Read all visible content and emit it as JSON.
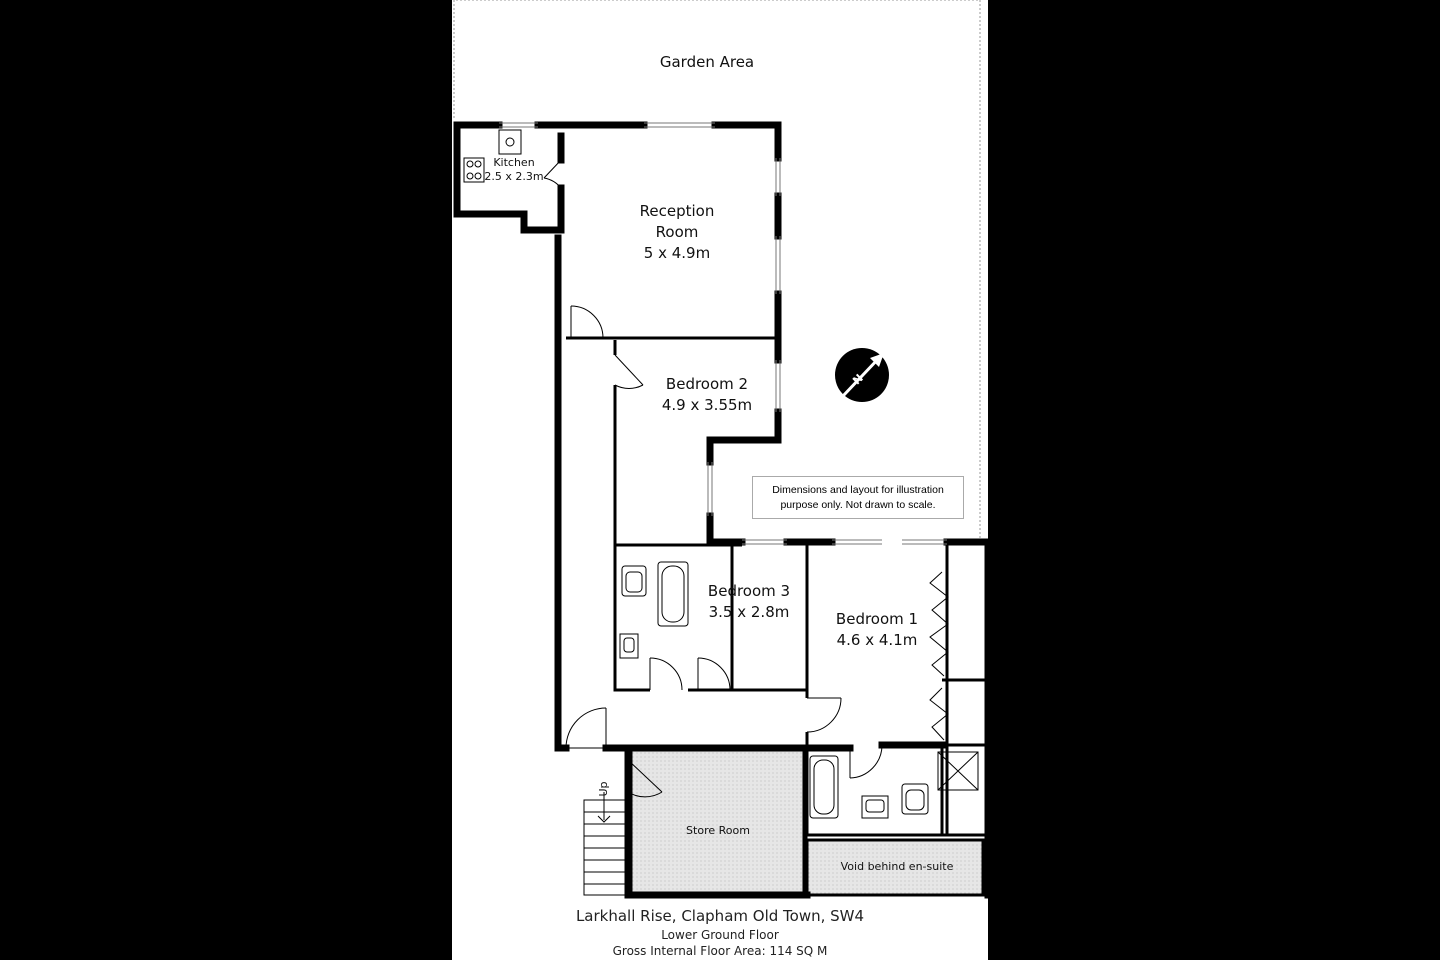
{
  "labels": {
    "garden": "Garden Area",
    "kitchen_name": "Kitchen",
    "kitchen_size": "2.5 x 2.3m",
    "reception_line1": "Reception",
    "reception_line2": "Room",
    "reception_size": "5 x 4.9m",
    "bedroom2_name": "Bedroom 2",
    "bedroom2_size": "4.9 x 3.55m",
    "bedroom3_name": "Bedroom 3",
    "bedroom3_size": "3.5 x 2.8m",
    "bedroom1_name": "Bedroom 1",
    "bedroom1_size": "4.6 x 4.1m",
    "store_room": "Store Room",
    "void": "Void behind en-suite",
    "stairs_up": "Up",
    "compass": "N"
  },
  "note": {
    "line1": "Dimensions and layout for illustration",
    "line2": "purpose only. Not drawn to scale."
  },
  "footer": {
    "address": "Larkhall Rise, Clapham Old Town, SW4",
    "floor": "Lower Ground Floor",
    "area": "Gross Internal Floor Area: 114 SQ M"
  },
  "colors": {
    "background": "#000000",
    "sheet": "#ffffff",
    "wall": "#000000",
    "store_fill": "#e4e4e4",
    "void_fill": "#e4e4e4"
  }
}
